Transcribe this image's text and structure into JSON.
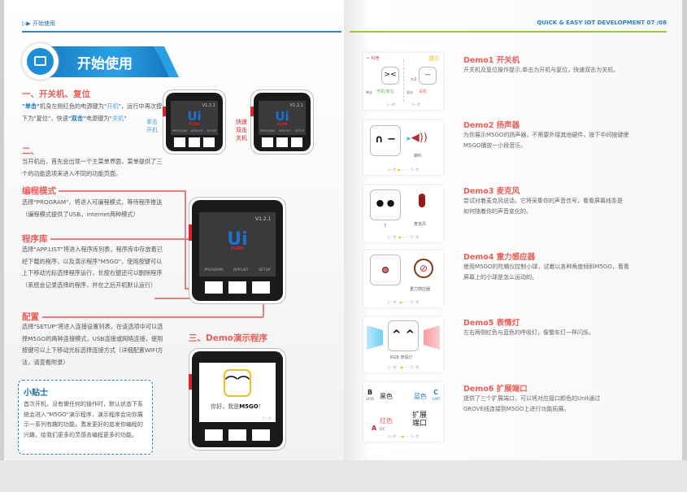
{
  "left_page": {
    "header": "▷▶ 开始使用",
    "banner_title": "开始使用",
    "s1": {
      "title": "一、开关机、复位",
      "t1": "\"单击\"",
      "t2": "机身左侧红色的电源键为\"",
      "t3": "开机",
      "t4": "\"，运行中再次按下为\"复位\"，快速",
      "t5": "\"双击\"",
      "t6": "电源键为\"",
      "t7": "关机",
      "t8": "\""
    },
    "s2": {
      "title": "二、",
      "text": "当开机后，首先会出现一个主菜单界面，菜单提供了三个的功能选项来进入不同的功能页面。"
    },
    "program": {
      "title": "编程模式",
      "text": "选择\"PROGRAM\"，将进入可编程模式，等待程序推送（编程模式提供了USB，internet两种模式）"
    },
    "applist": {
      "title": "程序库",
      "text": "选择\"APP.LIST\"将进入程序库列表，程序库中存放着已经下载的程序，以及演示程序\"M5GO\"，使用按键可以上下移动光标选择程序运行，长按右键还可以删除程序（系统会记录选择的程序，并在之后开机默认运行）"
    },
    "setup": {
      "title": "配置",
      "text": "选择\"SETUP\"将进入连接设置列表，在该选项中可以选择M5GO的两种连接模式，USB连接或网络连接，使用按键可以上下移动光标选择连接方式（详细配置WIFI方法，请查看附录）"
    },
    "tip": {
      "title": "小贴士",
      "text": "首次开机，没有做任何的操作时，默认状态下系统会进入\"M5GO\"演示程序，演示程序会向你展示一系列有趣的功能，激发更好的启发你编程的兴趣，给我们更多的灵感去编程更多的功能。"
    },
    "single_click": "单击开机",
    "double_click": "快速双击关机",
    "demo_heading": "三、Demo演示程序",
    "device": {
      "version": "V1.2.1",
      "logo": "Ui",
      "logo_sub": "FLOW",
      "menu": [
        "PROGRAM",
        "APP.LIST",
        "SETUP"
      ],
      "greeting_pre": "你好，我是",
      "greeting_name": "M5GO",
      "greeting_end": "！",
      "next": "下一步"
    }
  },
  "right_page": {
    "header": "QUICK & EASY IOT DEVELOPMENT  07 /08",
    "demos": [
      {
        "title": "Demo1  开关机",
        "text": "开关机及复位操作提示,单击为开机与复位，快速双击为关机。"
      },
      {
        "title": "Demo2  扬声器",
        "text": "为你展示M5GO的扬声器，不需要外接其他硬件，按下中间按键使M5GO播放一小段音乐。"
      },
      {
        "title": "Demo3  麦克风",
        "text": "尝试对着麦克风说话，它将采集你的声音信号，看看屏幕线条是如何随着你的声音变化的。"
      },
      {
        "title": "Demo4  重力感应器",
        "text": "使用M5GO的陀螺仪控制小球，试着以各种角度倾斜M5GO，看看屏幕上的小球是怎么运动的。"
      },
      {
        "title": "Demo5  表情灯",
        "text": "左右两侧红色与蓝色的呼吸灯，像警车灯一样闪烁。"
      },
      {
        "title": "Demo6  扩展端口",
        "text": "提供了三个扩展端口，可以将对应接口颜色的Unit通过GROVE线连接到M5GO上进行功能拓展。"
      }
    ],
    "cards": {
      "c1": {
        "red": "红色",
        "hint": "提示",
        "single": "单击",
        "on": "开机/复位",
        "double": "双击",
        "off": "关机",
        "x2": "×2"
      },
      "c2": {
        "label": "喇叭"
      },
      "c3": {
        "label": "麦克风"
      },
      "c4": {
        "label": "重力感应器"
      },
      "c5": {
        "label": "RGB 表情灯"
      },
      "c6": {
        "black": "黑色",
        "blue": "蓝色",
        "red": "红色",
        "port": "扩展端口",
        "b": "B",
        "c": "C",
        "a": "A",
        "gpio": "GPIO",
        "uart": "UART",
        "iic": "I2C"
      },
      "prev": "上一步",
      "next": "下一步"
    }
  },
  "colors": {
    "accent_blue": "#1d8fd8",
    "accent_red": "#e8605a",
    "accent_green": "#9ccc1c"
  }
}
